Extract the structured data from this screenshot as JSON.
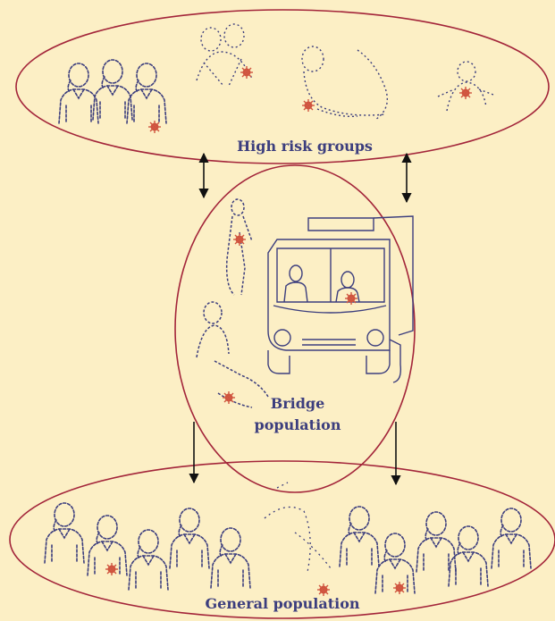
{
  "diagram": {
    "groups": {
      "high_risk": "High risk groups",
      "bridge_line1": "Bridge",
      "bridge_line2": "population",
      "general": "General population"
    },
    "colors": {
      "background": "#fcefc5",
      "ellipse_stroke": "#a3253a",
      "figure_ink": "#3c3e7e",
      "virus_marker": "#d0553f",
      "label_text": "#3c3e7e"
    },
    "icons": [
      "person-group-icon",
      "truck-icon",
      "virus-icon",
      "bidirectional-arrow-icon",
      "down-arrow-icon"
    ]
  }
}
